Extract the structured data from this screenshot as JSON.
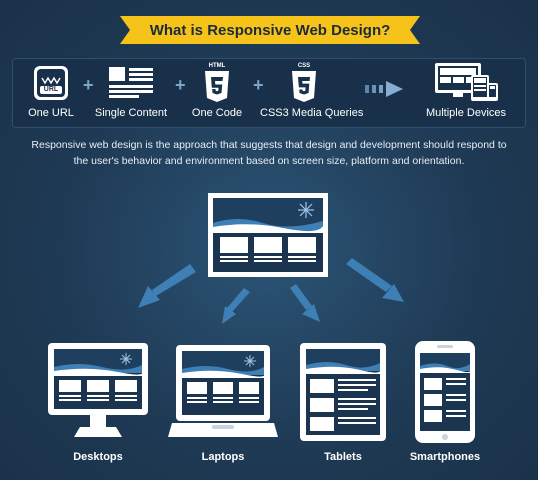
{
  "title": "What  is Responsive Web Design?",
  "steps": [
    {
      "label": "One URL",
      "icon": "url-globe-icon"
    },
    {
      "label": "Single Content",
      "icon": "content-layout-icon"
    },
    {
      "label": "One Code",
      "icon": "html5-icon",
      "badge": "HTML"
    },
    {
      "label": "CSS3 Media Queries",
      "icon": "css3-icon",
      "badge": "CSS"
    },
    {
      "label": "Multiple Devices",
      "icon": "multiple-devices-icon"
    }
  ],
  "url_badge": "URL",
  "description": "Responsive web design is the approach that suggests that design and development should respond to the user's behavior and environment based on screen size, platform and orientation.",
  "devices": [
    {
      "label": "Desktops"
    },
    {
      "label": "Laptops"
    },
    {
      "label": "Tablets"
    },
    {
      "label": "Smartphones"
    }
  ],
  "colors": {
    "background": "#1f3a55",
    "banner": "#f6c31b",
    "accent_blue": "#3e7fb5",
    "screen_dark": "#1b3550",
    "device_white": "#ffffff"
  }
}
